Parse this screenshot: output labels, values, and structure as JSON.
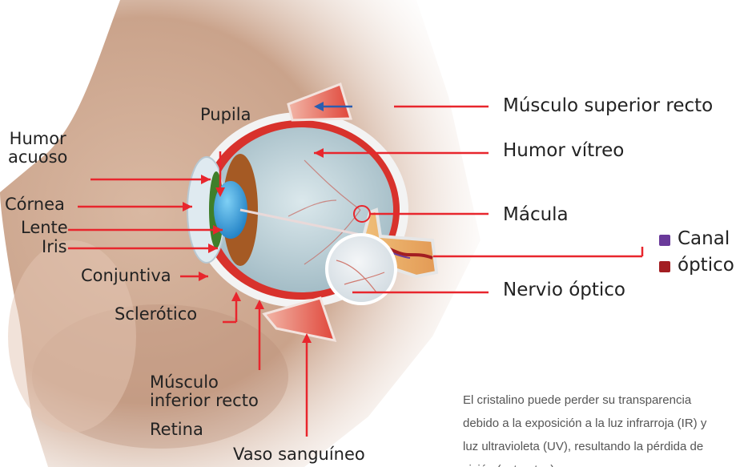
{
  "labels": {
    "humor_acuoso": [
      "Humor",
      "acuoso"
    ],
    "pupila": "Pupila",
    "cornea": "Córnea",
    "lente": "Lente",
    "iris": "Iris",
    "conjuntiva": "Conjuntiva",
    "sclerotico": "Sclerótico",
    "musculo_inferior": [
      "Músculo",
      "inferior recto"
    ],
    "retina": "Retina",
    "vaso_sanguineo": "Vaso sanguíneo",
    "musculo_superior": "Músculo superior recto",
    "humor_vitreo": "Humor vítreo",
    "macula": "Mácula",
    "nervio_optico": "Nervio óptico"
  },
  "legend": [
    {
      "label": "Canal",
      "color": "#6a3a9a"
    },
    {
      "label": "óptico",
      "color": "#a31e22"
    }
  ],
  "note_lines": [
    "El cristalino puede perder su transparencia",
    "debido a la exposición a la luz infrarroja (IR) y",
    "luz ultravioleta (UV), resultando la pérdida de",
    "visión (cataratas)."
  ],
  "colors": {
    "leader_red": "#e8262d",
    "leader_blue": "#2a5db0",
    "skin": "#c9a58e",
    "sclera_red": "#d8322c",
    "lens_blue": "#3aa0e0",
    "vitreous": "#c4d6dc",
    "nerve": "#e6a25c"
  }
}
